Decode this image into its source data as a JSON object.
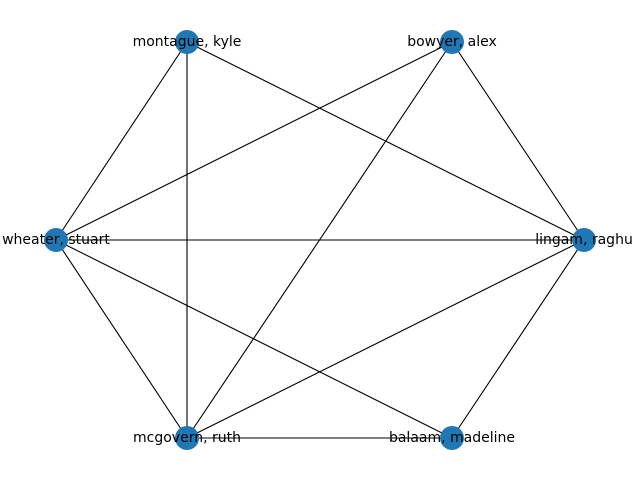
{
  "graph": {
    "node_color": "#1f77b4",
    "edge_color": "#000000",
    "nodes": [
      {
        "id": "montague",
        "label": "montague, kyle"
      },
      {
        "id": "bowyer",
        "label": "bowyer, alex"
      },
      {
        "id": "wheater",
        "label": "wheater, stuart"
      },
      {
        "id": "lingam",
        "label": "lingam, raghu"
      },
      {
        "id": "mcgovern",
        "label": "mcgovern, ruth"
      },
      {
        "id": "balaam",
        "label": "balaam, madeline"
      }
    ],
    "edges": [
      [
        "montague",
        "wheater"
      ],
      [
        "montague",
        "mcgovern"
      ],
      [
        "montague",
        "lingam"
      ],
      [
        "bowyer",
        "wheater"
      ],
      [
        "bowyer",
        "mcgovern"
      ],
      [
        "bowyer",
        "lingam"
      ],
      [
        "wheater",
        "lingam"
      ],
      [
        "wheater",
        "mcgovern"
      ],
      [
        "wheater",
        "balaam"
      ],
      [
        "lingam",
        "mcgovern"
      ],
      [
        "lingam",
        "balaam"
      ],
      [
        "mcgovern",
        "balaam"
      ]
    ]
  }
}
